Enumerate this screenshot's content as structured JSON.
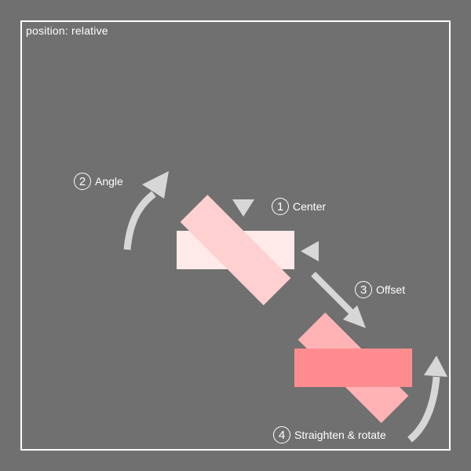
{
  "diagram": {
    "container_label": "position: relative",
    "steps": [
      {
        "number": "1",
        "label": "Center"
      },
      {
        "number": "2",
        "label": "Angle"
      },
      {
        "number": "3",
        "label": "Offset"
      },
      {
        "number": "4",
        "label": "Straighten & rotate"
      }
    ],
    "colors": {
      "background": "#707070",
      "container_border": "#ffffff",
      "original_box": "#ffe9e9",
      "rotated_box_start": "#ffd0d0",
      "rotated_box_offset": "#ffb3b5",
      "final_box": "#ff8d90",
      "arrows": "#d7d7d7",
      "text": "#ffffff"
    }
  }
}
